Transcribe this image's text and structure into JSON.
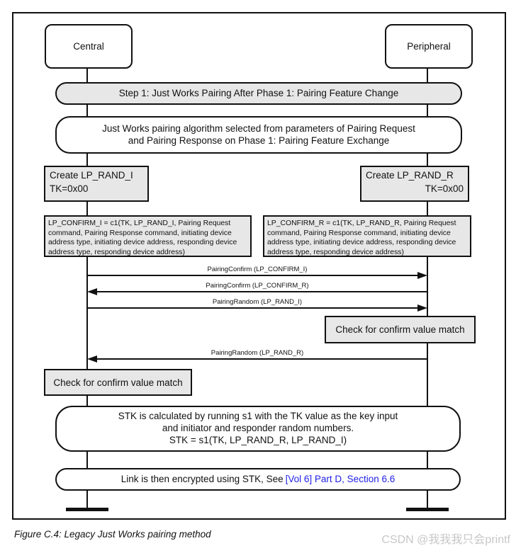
{
  "colors": {
    "box_fill": "#e7e7e7",
    "line_black": "#111111",
    "link_blue": "#2222e6",
    "watermark_gray": "#c7c7c7"
  },
  "actors": {
    "central": "Central",
    "peripheral": "Peripheral"
  },
  "banners": {
    "step1": "Step 1: Just Works Pairing After Phase 1: Pairing Feature Change",
    "algorithm": {
      "line1": "Just Works pairing algorithm selected from parameters of Pairing Request",
      "line2": "and Pairing Response on Phase 1: Pairing Feature Exchange"
    },
    "stk": {
      "line1": "STK is calculated by running s1 with the TK value as the key input",
      "line2": "and initiator and responder random numbers.",
      "line3": "STK = s1(TK, LP_RAND_R, LP_RAND_I)"
    },
    "link": {
      "text": "Link is then encrypted using STK, See",
      "link": "[Vol 6] Part D, Section 6.6"
    }
  },
  "actions": {
    "create_i": {
      "line1": "Create LP_RAND_I",
      "line2": "TK=0x00"
    },
    "create_r": {
      "line1": "Create LP_RAND_R",
      "line2": "TK=0x00"
    },
    "confirm_i": "LP_CONFIRM_I = c1(TK, LP_RAND_I, Pairing Request command, Pairing Response command, initiating device address type, initiating device address, responding device address type, responding device address)",
    "confirm_r": "LP_CONFIRM_R = c1(TK, LP_RAND_R, Pairing Request command, Pairing Response command, initiating device address type, initiating device address, responding device address type, responding device address)",
    "check_right": "Check for confirm value match",
    "check_left": "Check for confirm value match"
  },
  "messages": [
    {
      "label": "PairingConfirm (LP_CONFIRM_I)",
      "direction": "right"
    },
    {
      "label": "PairingConfirm (LP_CONFIRM_R)",
      "direction": "left"
    },
    {
      "label": "PairingRandom (LP_RAND_I)",
      "direction": "right"
    },
    {
      "label": "PairingRandom (LP_RAND_R)",
      "direction": "left"
    }
  ],
  "caption": "Figure C.4:  Legacy Just Works pairing method",
  "watermark": "CSDN @我我我只会printf"
}
